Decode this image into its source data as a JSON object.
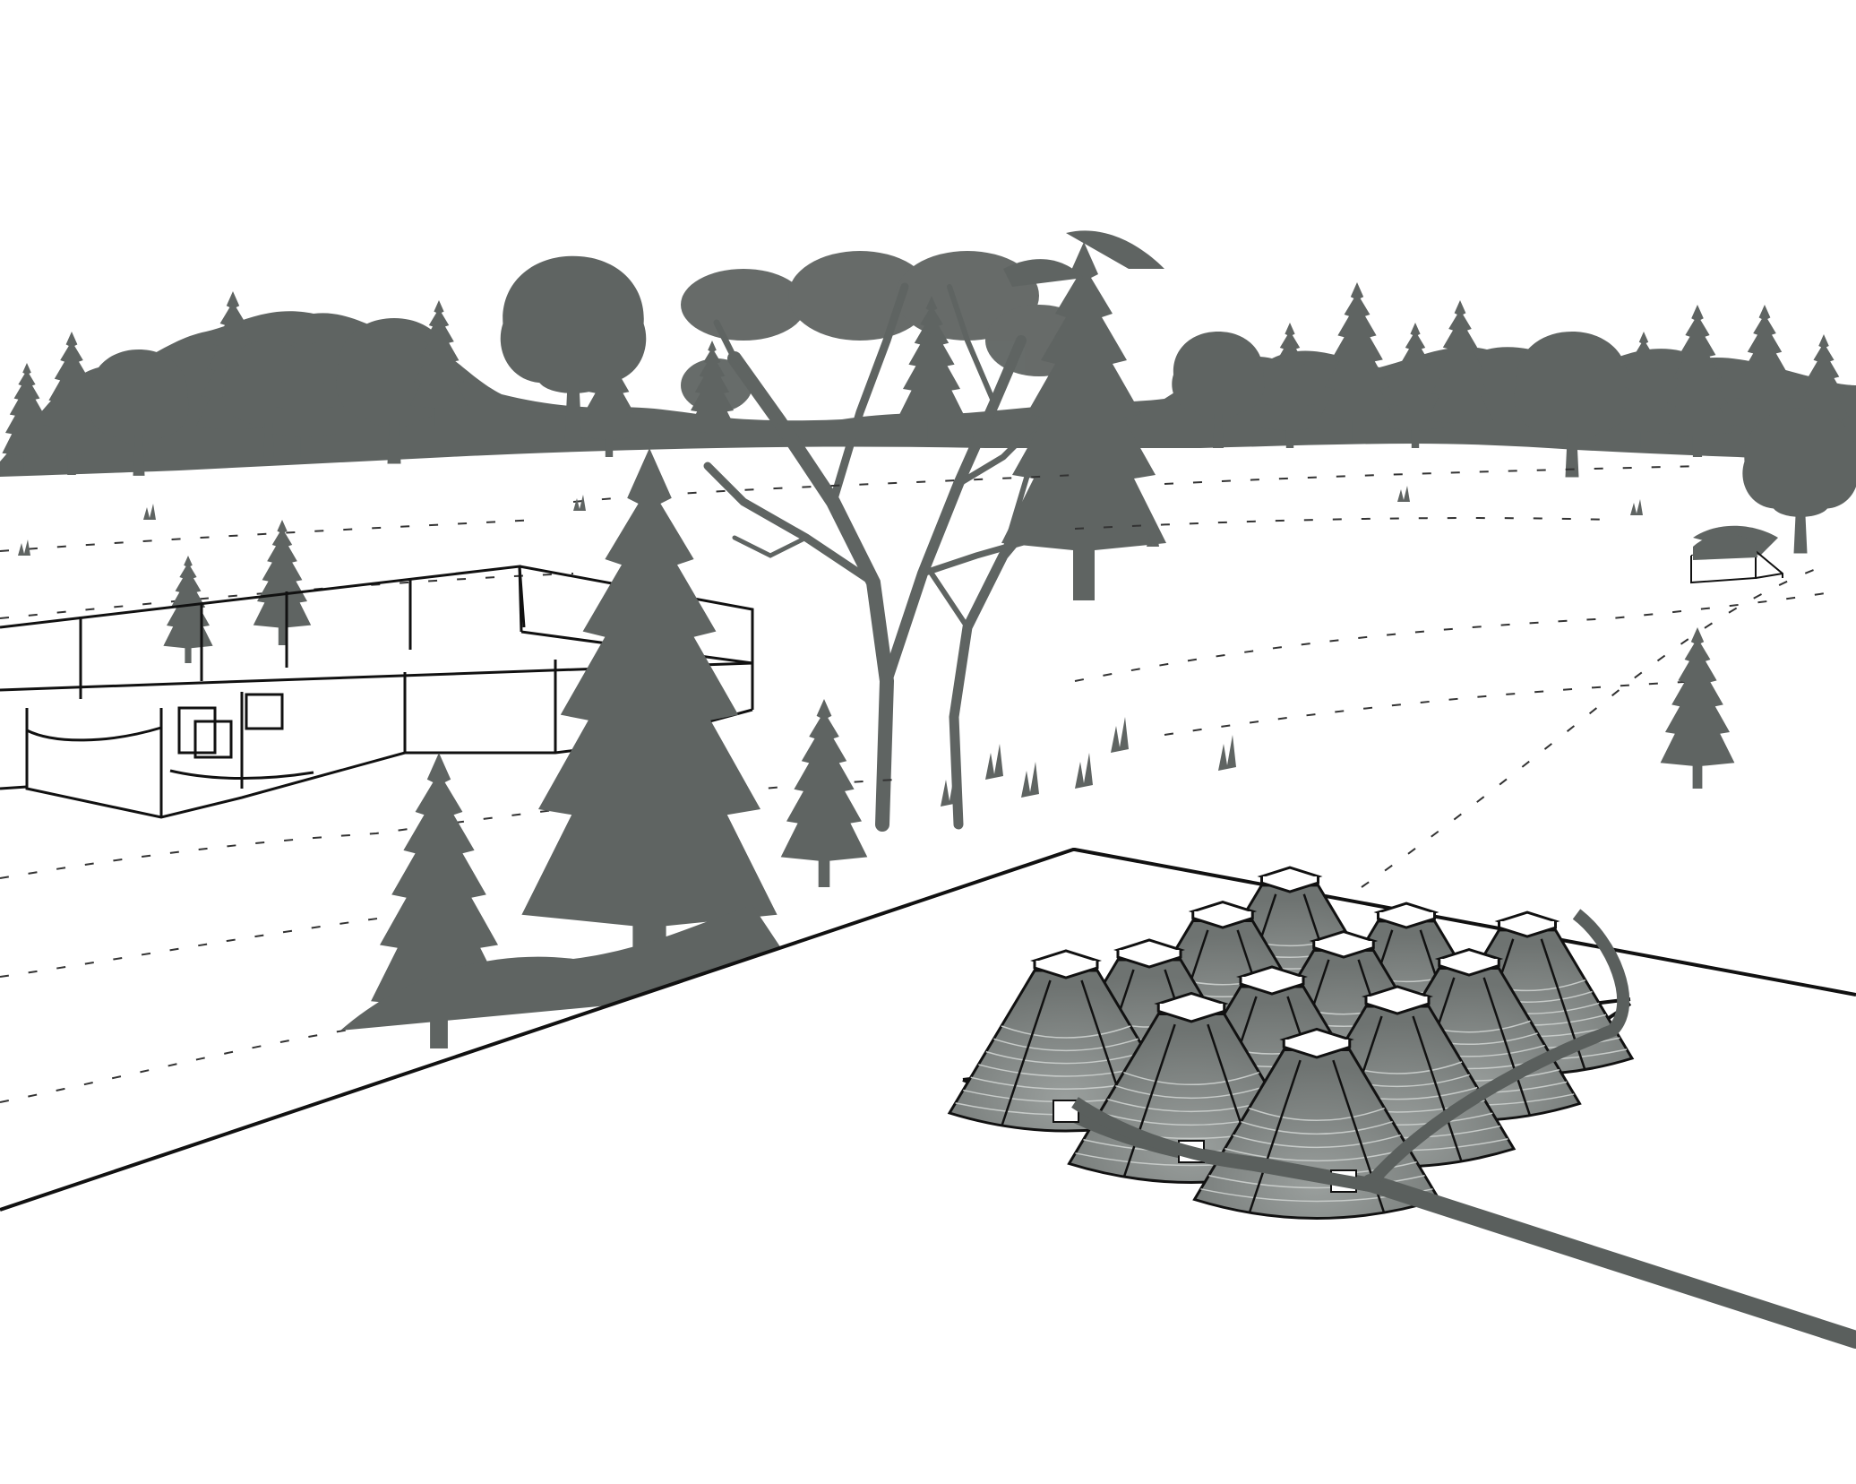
{
  "illustration": {
    "subject": "",
    "colors": {
      "ink": "#111111",
      "foliage": "#5f6462",
      "foliage_light": "#7b807e",
      "chamber_fill": "#8a8f8d",
      "chamber_dark": "#5a5f5d",
      "background": "#ffffff"
    },
    "elements": [
      {
        "name": "treeline",
        "icon": "conifer-forest-icon"
      },
      {
        "name": "fenced-enclosure",
        "icon": "fence-icon"
      },
      {
        "name": "utility-box",
        "icon": "box-icon"
      },
      {
        "name": "chamber-array",
        "icon": "leaching-chamber-icon"
      },
      {
        "name": "inlet-pipe",
        "icon": "pipe-icon"
      }
    ]
  }
}
